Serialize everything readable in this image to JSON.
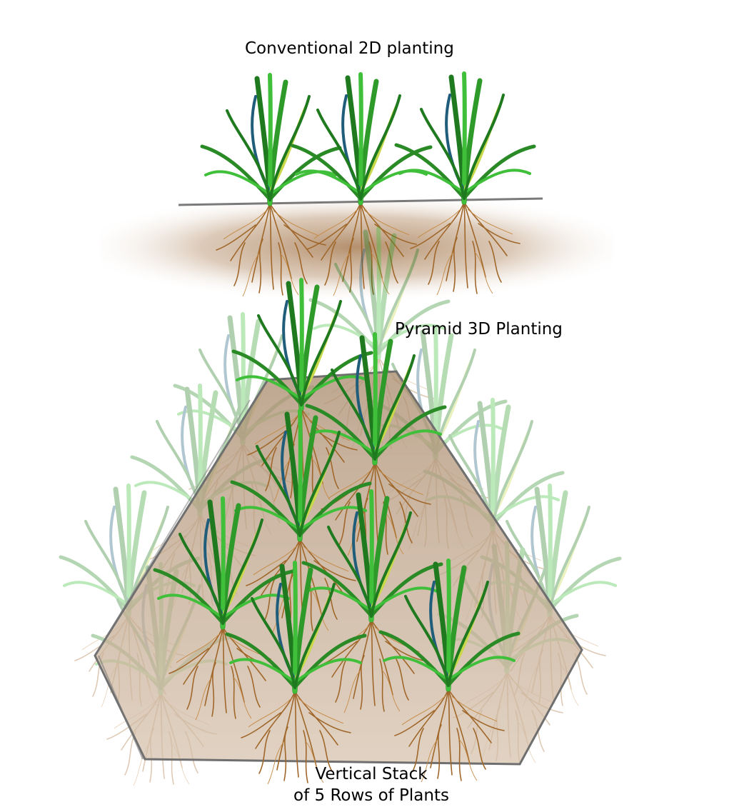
{
  "labels": {
    "conventional": "Conventional 2D planting",
    "pyramid": "Pyramid 3D Planting",
    "stack_line1": "Vertical Stack",
    "stack_line2": "of 5 Rows of Plants"
  },
  "colors": {
    "leaf_dark": "#1f7a1f",
    "leaf_light": "#3fbf3a",
    "leaf_yellow": "#c9d84a",
    "leaf_blue": "#1f5d7a",
    "root": "#a0672a",
    "soil": "#c9ab8c",
    "pyramid_fill": "#c8ad93",
    "pyramid_edge": "#6f6f6f"
  },
  "plants": {
    "conventional_count": 3,
    "pyramid_rows": 5
  }
}
